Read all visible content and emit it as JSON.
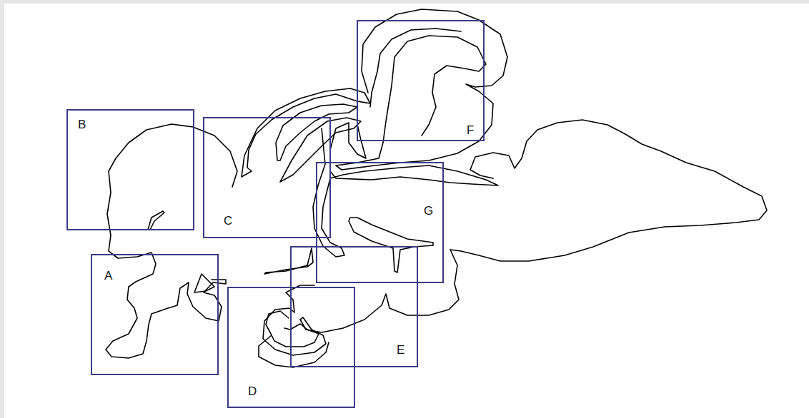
{
  "diagram": {
    "nodes": [
      {
        "text": [
          "F"
        ]
      },
      {
        "text": [
          "B"
        ]
      },
      {
        "text": [
          "C"
        ]
      },
      {
        "text": [
          "G"
        ]
      },
      {
        "text": [
          "E"
        ]
      },
      {
        "text": [
          "A"
        ]
      },
      {
        "text": [
          "D"
        ]
      }
    ]
  }
}
